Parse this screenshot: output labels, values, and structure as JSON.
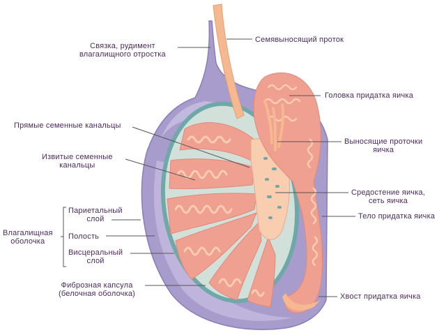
{
  "labels": {
    "ligament": [
      "Связка, рудимент",
      "влагалищного отростка"
    ],
    "vas_deferens": "Семявыносящий проток",
    "epididymis_head": "Головка придатка яичка",
    "straight_tubules": "Прямые семенные канальцы",
    "efferent_ductules": [
      "Выносящие проточки",
      "яичка"
    ],
    "convoluted_tubules": [
      "Извитые семенные",
      "канальцы"
    ],
    "mediastinum": [
      "Средостение яичка,",
      "сеть яичка"
    ],
    "epididymis_body": "Тело придатка яичка",
    "tunica_vaginalis": [
      "Влагалищная",
      "оболочка"
    ],
    "parietal_layer": [
      "Париетальный",
      "слой"
    ],
    "cavity": "Полость",
    "visceral_layer": [
      "Висцеральный",
      "слой"
    ],
    "tunica_albuginea": [
      "Фиброзная капсула",
      "(белочная оболочка)"
    ],
    "epididymis_tail": "Хвост придатка яичка"
  },
  "colors": {
    "label_text": "#4a2a5a",
    "leader_line": "#555555",
    "tunica_vaginalis": "#a89ccc",
    "tunica_vaginalis_dark": "#8a7db8",
    "cavity": "#c4bce0",
    "capsule": "#6fa8a8",
    "interstitium": "#d2e0da",
    "tubule_pink": "#f0a090",
    "tubule_light": "#f8cdb0",
    "duct": "#f5b890"
  }
}
